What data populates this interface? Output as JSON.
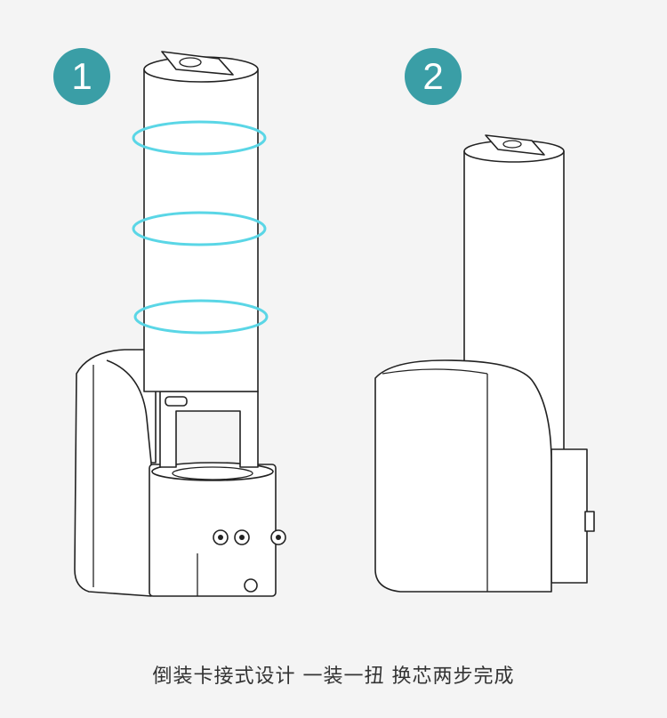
{
  "steps": [
    {
      "number": "1"
    },
    {
      "number": "2"
    }
  ],
  "caption": "倒装卡接式设计  一装一扭  换芯两步完成",
  "colors": {
    "badge": "#3a9ea6",
    "ring": "#5ad6e6",
    "background": "#f4f4f4"
  }
}
